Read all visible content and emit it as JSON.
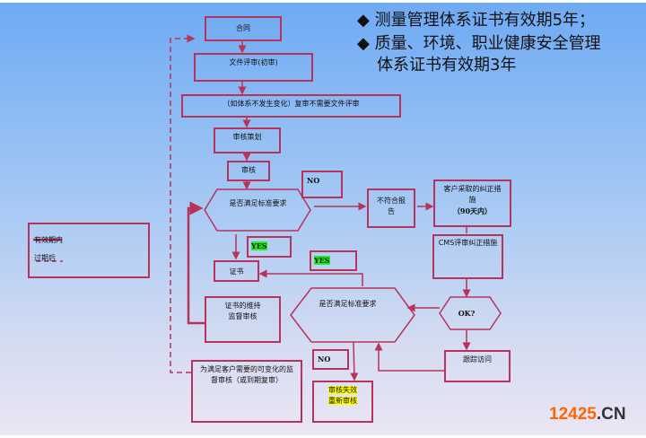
{
  "headline": {
    "bullet": "◆",
    "line1": "测量管理体系证书有效期5年；",
    "line2": "质量、环境、职业健康安全管理",
    "line3": "体系证书有效期3年"
  },
  "nodes": {
    "contract": "合同",
    "doc_review": "文件评审(初审)",
    "re_review": "（如体系不发生变化）复审不需要文件评审",
    "audit_plan": "审核策划",
    "audit": "审核",
    "meet_req_1": "是否满足标准要求",
    "no_1": "NO",
    "nc_report": "不符合报告",
    "corrective": "客户采取的纠正措施",
    "corrective_days": "（90天内）",
    "cms_review": "CMS评审纠正措施",
    "yes_1": "YES",
    "yes_2": "YES",
    "certificate": "证书",
    "maintain_1": "证书的维持",
    "maintain_2": "监督审核",
    "meet_req_2": "是否满足标准要求",
    "ok": "OK?",
    "follow_up": "跟踪访问",
    "no_2": "NO",
    "invalid_1": "审核失效",
    "invalid_2": "重新审核",
    "variable_audit": "为满足客户需要的可变化的监督审核（或到期复审）"
  },
  "legend": {
    "valid": "有效期内",
    "expired": "过期后"
  },
  "watermark": {
    "num": "12425",
    "dot": ".CN"
  },
  "colors": {
    "line": "#b8335a",
    "green": "#22ee22",
    "yellow": "#ffff00"
  }
}
